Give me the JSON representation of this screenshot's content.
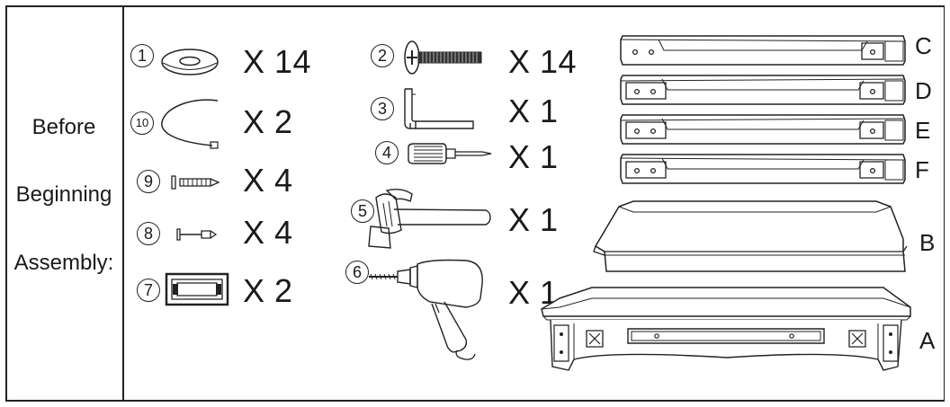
{
  "sidebar": {
    "line1": "Before",
    "line2": "Beginning",
    "line3": "Assembly:"
  },
  "hardware": [
    {
      "id": "1",
      "number": "1",
      "icon": "washer-icon",
      "quantity": "X 14"
    },
    {
      "id": "10",
      "number": "10",
      "icon": "cable-tie-icon",
      "quantity": "X 2"
    },
    {
      "id": "9",
      "number": "9",
      "icon": "anchor-bolt-icon",
      "quantity": "X 4"
    },
    {
      "id": "8",
      "number": "8",
      "icon": "small-anchor-icon",
      "quantity": "X 4"
    },
    {
      "id": "7",
      "number": "7",
      "icon": "bracket-plate-icon",
      "quantity": "X 2"
    },
    {
      "id": "2",
      "number": "2",
      "icon": "bolt-icon",
      "quantity": "X 14"
    },
    {
      "id": "3",
      "number": "3",
      "icon": "hex-key-icon",
      "quantity": "X 1"
    },
    {
      "id": "4",
      "number": "4",
      "icon": "screwdriver-icon",
      "quantity": "X 1"
    },
    {
      "id": "5",
      "number": "5",
      "icon": "hammer-icon",
      "quantity": "X 1"
    },
    {
      "id": "6",
      "number": "6",
      "icon": "drill-icon",
      "quantity": "X 1"
    }
  ],
  "panels": {
    "C": "C",
    "D": "D",
    "E": "E",
    "F": "F",
    "B": "B",
    "A": "A"
  }
}
